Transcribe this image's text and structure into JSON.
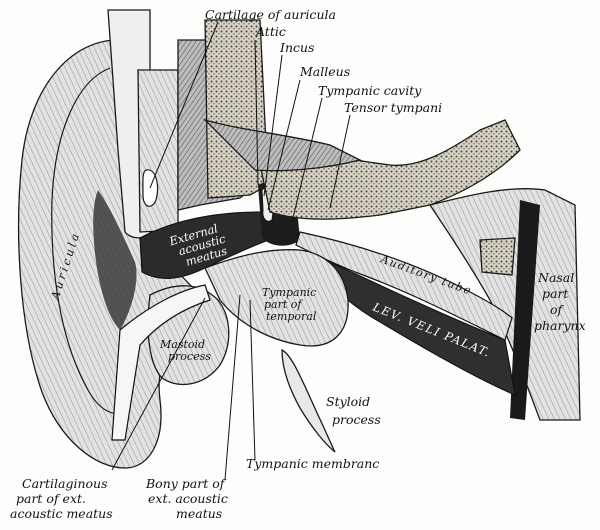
{
  "labels": {
    "cartilage_of_auricula": "Cartilage of auricula",
    "attic": "Attic",
    "incus": "Incus",
    "malleus": "Malleus",
    "tympanic_cavity": "Tympanic cavity",
    "tensor_tympani": "Tensor tympani",
    "auricula": "Auricula",
    "external_acoustic_meatus": [
      "External",
      "acoustic",
      "meatus"
    ],
    "auditory_tube": "Auditory tube",
    "nasal_part_of_pharynx": [
      "Nasal",
      "part",
      "of",
      "pharynx"
    ],
    "tympanic_part_of_temporal": [
      "Tympanic",
      "part of",
      "temporal"
    ],
    "lev_veli_palat": "LEV. VELI PALAT.",
    "mastoid_process": [
      "Mastoid",
      "process"
    ],
    "styloid_process": [
      "Styloid",
      "process"
    ],
    "tympanic_membrane": "Tympanic membranc",
    "cartilaginous_part": [
      "Cartilaginous",
      "part of ext.",
      "acoustic meatus"
    ],
    "bony_part": [
      "Bony part of",
      "ext. acoustic",
      "meatus"
    ]
  }
}
